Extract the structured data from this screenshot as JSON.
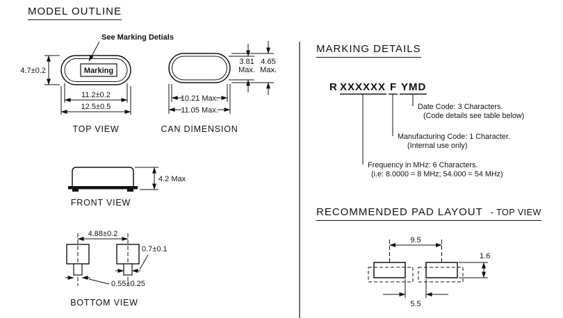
{
  "model_outline": {
    "title": "MODEL OUTLINE",
    "top_view": {
      "label": "TOP VIEW",
      "marking": "Marking",
      "see_marking_note": "See Marking Detials",
      "height": "4.7±0.2",
      "inner_width": "11.2±0.2",
      "outer_width": "12.5±0.5"
    },
    "can_dimension": {
      "label": "CAN DIMENSION",
      "inner_height": [
        "3.81",
        "Max."
      ],
      "outer_height": [
        "4.65",
        "Max."
      ],
      "inner_width": "10.21 Max.",
      "outer_width": "11.05 Max."
    },
    "front_view": {
      "label": "FRONT VIEW",
      "height": "4.2 Max"
    },
    "bottom_view": {
      "label": "BOTTOM VIEW",
      "lead_spacing": "4.88±0.2",
      "lead_width": "0.7±0.1",
      "lead_thickness": "0.55±0.25"
    }
  },
  "marking_details": {
    "title": "MARKING DETAILS",
    "code": {
      "prefix": "R",
      "frequency": "XXXXXX",
      "manufacturing": "F",
      "date": "YMD"
    },
    "date_code": [
      "Date Code: 3 Characters.",
      "(Code details see table below)"
    ],
    "manufacturing_code": [
      "Manufacturing Code: 1 Character.",
      "(Internal use only)"
    ],
    "frequency_code": [
      "Frequency in MHz: 6 Characters.",
      "(i.e: 8.0000 = 8 MHz; 54.000 = 54 MHz)"
    ]
  },
  "pad_layout": {
    "title": "RECOMMENDED PAD LAYOUT",
    "subtitle": "- TOP VIEW",
    "pad_spacing": "9.5",
    "pad_height": "1.6",
    "pad_gap": "5.5"
  }
}
